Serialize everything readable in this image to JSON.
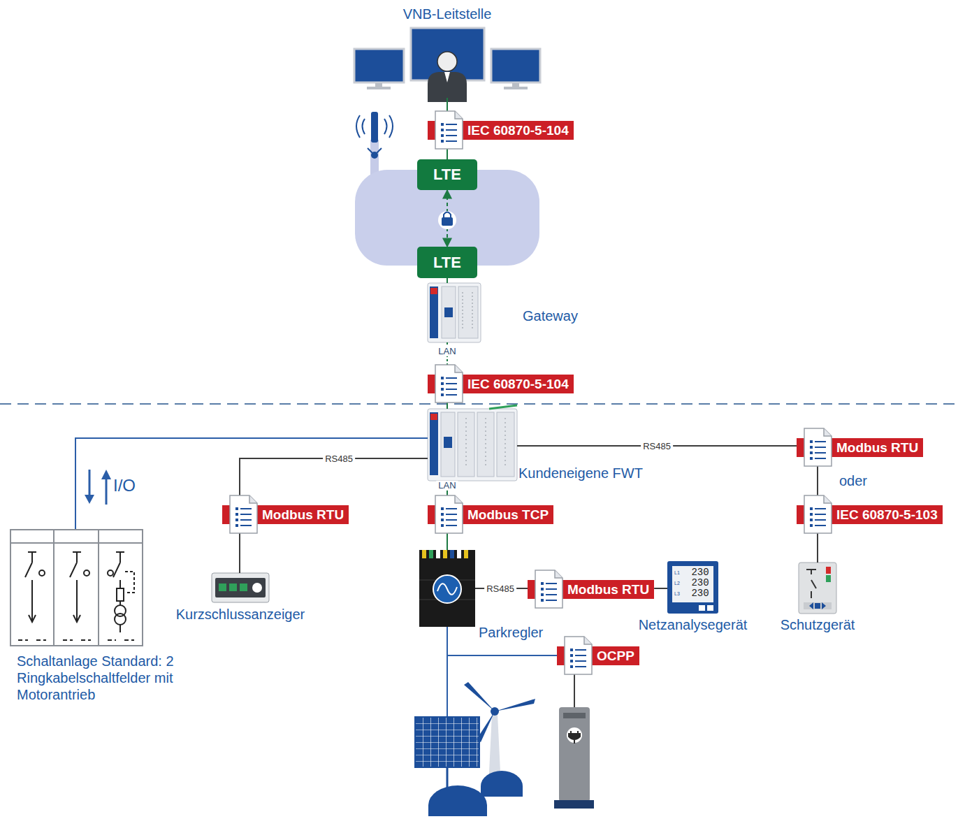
{
  "diagram": {
    "nodes": [
      {
        "text": [
          "VNB-Leitstelle"
        ]
      },
      {
        "text": [
          "IEC 60870-5-104"
        ]
      },
      {
        "text": [
          "LTE"
        ]
      },
      {
        "text": [
          "LTE"
        ]
      },
      {
        "text": [
          "Gateway"
        ]
      },
      {
        "text": [
          "IEC 60870-5-104"
        ]
      },
      {
        "text": [
          "Kundeneigene FWT"
        ]
      },
      {
        "text": [
          "Schaltanlage Standard: 2 Ringkabelschaltfelder mit Motorantrieb"
        ]
      },
      {
        "text": [
          "Modbus RTU"
        ]
      },
      {
        "text": [
          "Kurzschlussanzeiger"
        ]
      },
      {
        "text": [
          "Modbus TCP"
        ]
      },
      {
        "text": [
          "Parkregler"
        ]
      },
      {
        "text": [
          "Modbus RTU"
        ]
      },
      {
        "text": [
          "Netzanalysegerät"
        ]
      },
      {
        "text": [
          "OCPP"
        ]
      },
      {
        "text": [
          "Modbus RTU"
        ]
      },
      {
        "text": [
          "IEC 60870-5-103"
        ]
      },
      {
        "text": [
          "Schutzgerät"
        ]
      }
    ],
    "edges": [
      {
        "from": 0,
        "to": 1,
        "arrow": "none"
      },
      {
        "from": 1,
        "to": 2,
        "arrow": "none"
      },
      {
        "from": 2,
        "to": 3,
        "arrow": "both"
      },
      {
        "from": 3,
        "to": 4,
        "arrow": "none"
      },
      {
        "from": 4,
        "to": 5,
        "arrow": "none"
      },
      {
        "from": 5,
        "to": 6,
        "arrow": "none"
      },
      {
        "from": 6,
        "to": 7,
        "arrow": "none"
      },
      {
        "from": 6,
        "to": 8,
        "label": "RS485",
        "arrow": "none"
      },
      {
        "from": 8,
        "to": 9,
        "arrow": "none"
      },
      {
        "from": 6,
        "to": 10,
        "arrow": "none"
      },
      {
        "from": 10,
        "to": 11,
        "arrow": "none"
      },
      {
        "from": 11,
        "to": 12,
        "label": "RS485",
        "arrow": "none"
      },
      {
        "from": 12,
        "to": 13,
        "arrow": "none"
      },
      {
        "from": 11,
        "to": 14,
        "arrow": "none"
      },
      {
        "from": 6,
        "to": 15,
        "label": "RS485",
        "arrow": "none"
      },
      {
        "from": 15,
        "to": 16,
        "label": "oder",
        "arrow": "none"
      },
      {
        "from": 16,
        "to": 17,
        "arrow": "none"
      }
    ],
    "labels": [
      "LAN",
      "LAN",
      "I/O",
      "L1",
      "230",
      "L2",
      "230",
      "L3",
      "230"
    ]
  }
}
